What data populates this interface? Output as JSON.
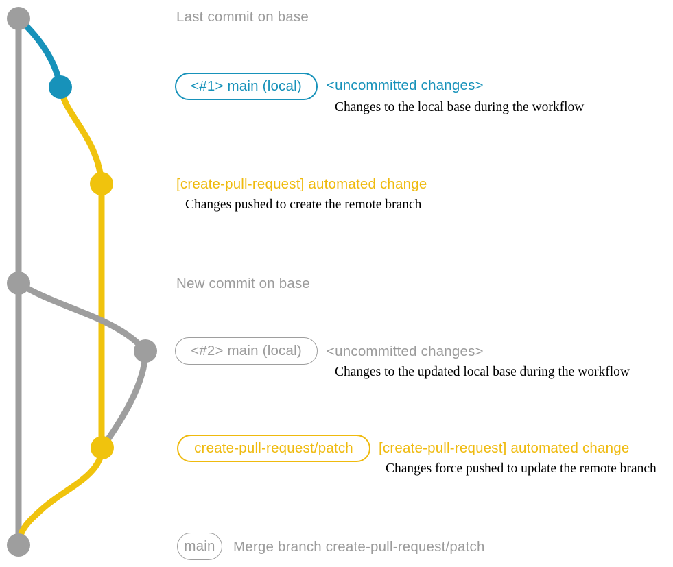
{
  "colors": {
    "teal": "#1792BA",
    "gold": "#F0C30D",
    "gold-text": "#EFBA0E",
    "gray": "#9E9E9E",
    "gray-text": "#9B9B9B",
    "desc": "#000000",
    "background": "#FFFFFF"
  },
  "titles": {
    "top": "Last commit on base",
    "middle": "New commit on base"
  },
  "rows": {
    "r1": {
      "badge": "<#1> main (local)",
      "note": "<uncommitted changes>",
      "desc": "Changes to the local base during the workflow"
    },
    "r2": {
      "msg": "[create-pull-request] automated change",
      "desc": "Changes pushed to create the remote branch"
    },
    "r3": {
      "badge": "<#2> main (local)",
      "note": "<uncommitted changes>",
      "desc": "Changes to the updated local base during the workflow"
    },
    "r4": {
      "badge": "create-pull-request/patch",
      "msg": "[create-pull-request] automated change",
      "desc": "Changes force pushed to update the remote branch"
    },
    "r5": {
      "badge": "main",
      "msg": "Merge branch create-pull-request/patch"
    }
  }
}
